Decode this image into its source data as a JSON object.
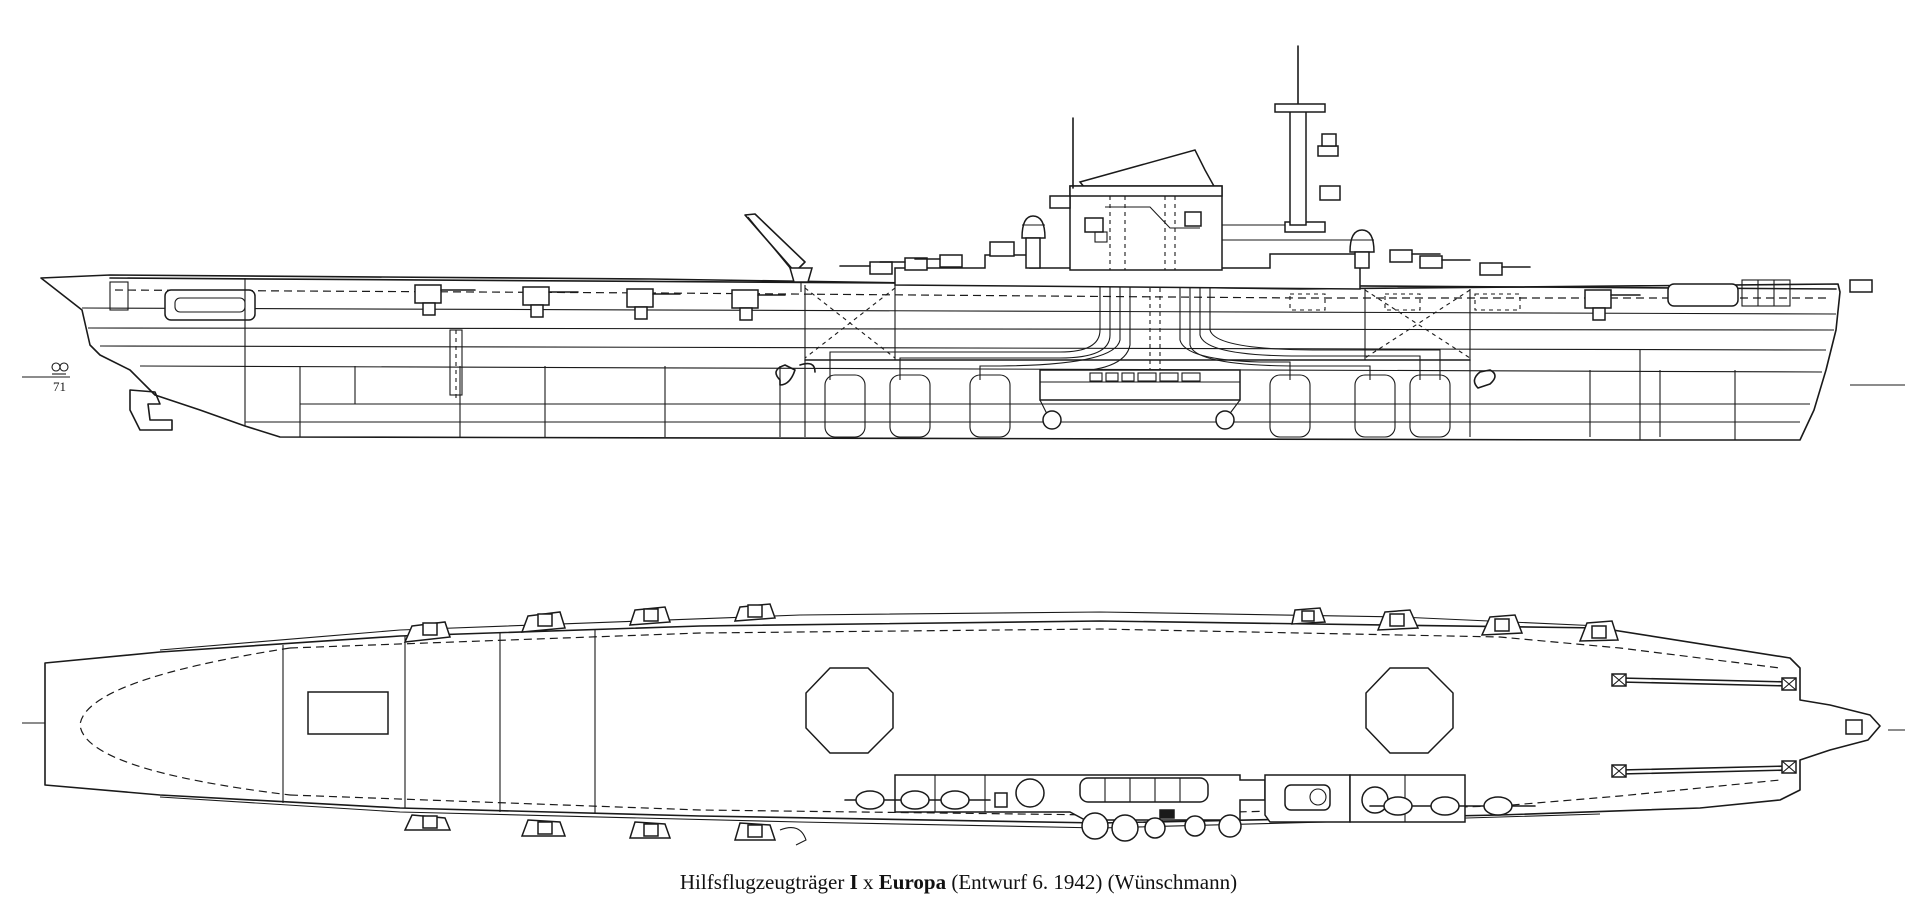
{
  "caption": {
    "prefix": "Hilfsflugzeugträger ",
    "count": "I",
    "times": " x ",
    "ship_name": "Europa",
    "suffix": " (Entwurf 6. 1942) (Wünschmann)"
  },
  "profile_view": {
    "draft_mark_label": "71"
  },
  "colors": {
    "ink": "#1a1a1a",
    "paper": "#ffffff"
  }
}
